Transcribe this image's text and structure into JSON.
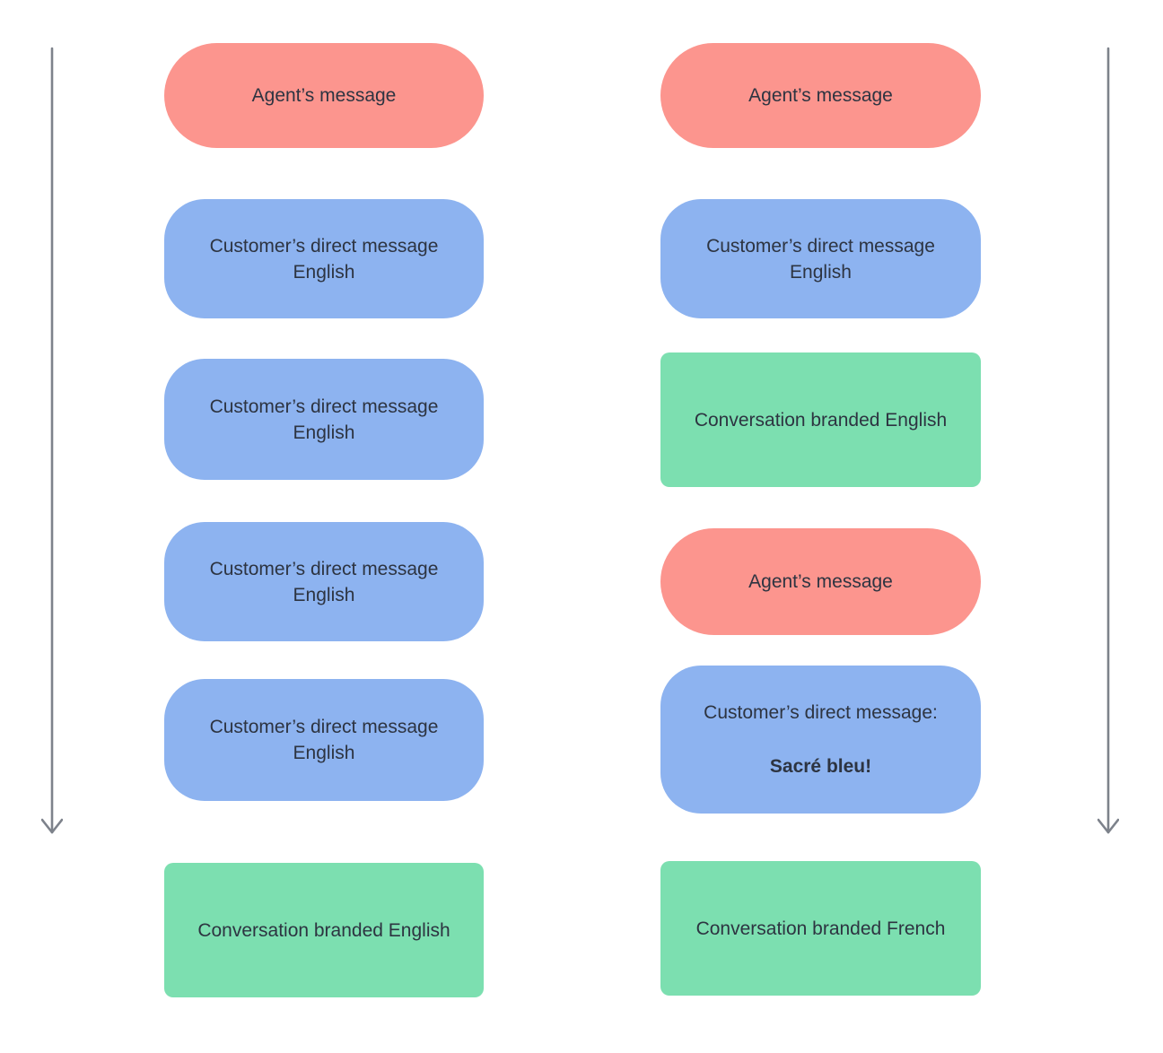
{
  "diagram": {
    "columns": [
      {
        "id": "left-conversation-flow",
        "boxes": [
          {
            "type": "agent",
            "line1": "Agent’s message"
          },
          {
            "type": "customer",
            "line1": "Customer’s direct message",
            "line2": "English"
          },
          {
            "type": "customer",
            "line1": "Customer’s direct message",
            "line2": "English"
          },
          {
            "type": "customer",
            "line1": "Customer’s direct message",
            "line2": "English"
          },
          {
            "type": "customer",
            "line1": "Customer’s direct message",
            "line2": "English"
          },
          {
            "type": "branded",
            "line1": "Conversation branded English"
          }
        ]
      },
      {
        "id": "right-conversation-flow",
        "boxes": [
          {
            "type": "agent",
            "line1": "Agent’s message"
          },
          {
            "type": "customer",
            "line1": "Customer’s direct message",
            "line2": "English"
          },
          {
            "type": "branded",
            "line1": "Conversation branded English"
          },
          {
            "type": "agent",
            "line1": "Agent’s message"
          },
          {
            "type": "customer-emphasis",
            "line1": "Customer’s direct message:",
            "line2": "Sacré bleu!"
          },
          {
            "type": "branded",
            "line1": "Conversation branded French"
          }
        ]
      }
    ],
    "icons": {
      "left_arrow": "down-arrow",
      "right_arrow": "down-arrow"
    },
    "colors": {
      "agent_bubble": "#FC958E",
      "customer_bubble": "#8DB3F0",
      "branded_box": "#7CDFB0",
      "text": "#2D3441",
      "arrow": "#7D828B",
      "background": "#FFFFFF"
    }
  }
}
